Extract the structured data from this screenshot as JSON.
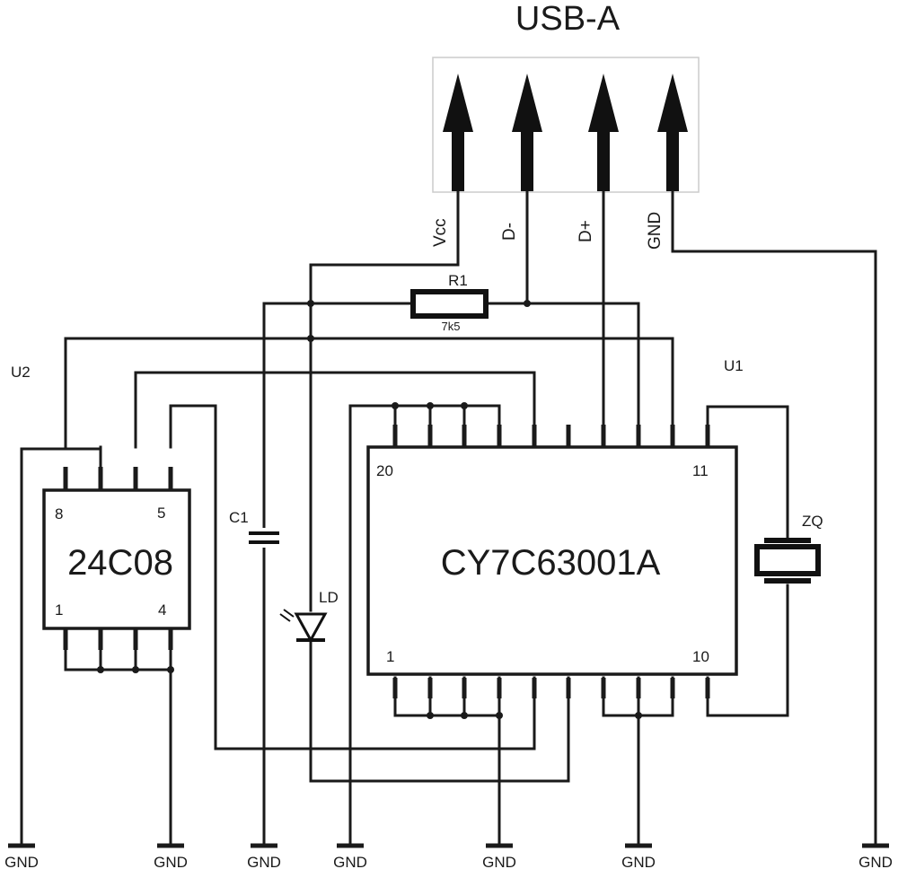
{
  "connector": {
    "title": "USB-A",
    "pins": [
      "Vcc",
      "D-",
      "D+",
      "GND"
    ]
  },
  "resistor": {
    "ref": "R1",
    "value": "7k5"
  },
  "capacitor": {
    "ref": "C1"
  },
  "led": {
    "ref": "LD"
  },
  "crystal": {
    "ref": "ZQ"
  },
  "eeprom": {
    "ref": "U2",
    "part": "24C08",
    "pin_labels": {
      "top_left": "8",
      "top_right": "5",
      "bottom_left": "1",
      "bottom_right": "4"
    }
  },
  "mcu": {
    "ref": "U1",
    "part": "CY7C63001A",
    "pin_labels": {
      "top_left": "20",
      "top_right": "11",
      "bottom_left": "1",
      "bottom_right": "10"
    }
  },
  "ground_label": "GND",
  "colors": {
    "ink": "#1a1a1a",
    "connector_border": "#cccccc",
    "background": "#ffffff"
  }
}
